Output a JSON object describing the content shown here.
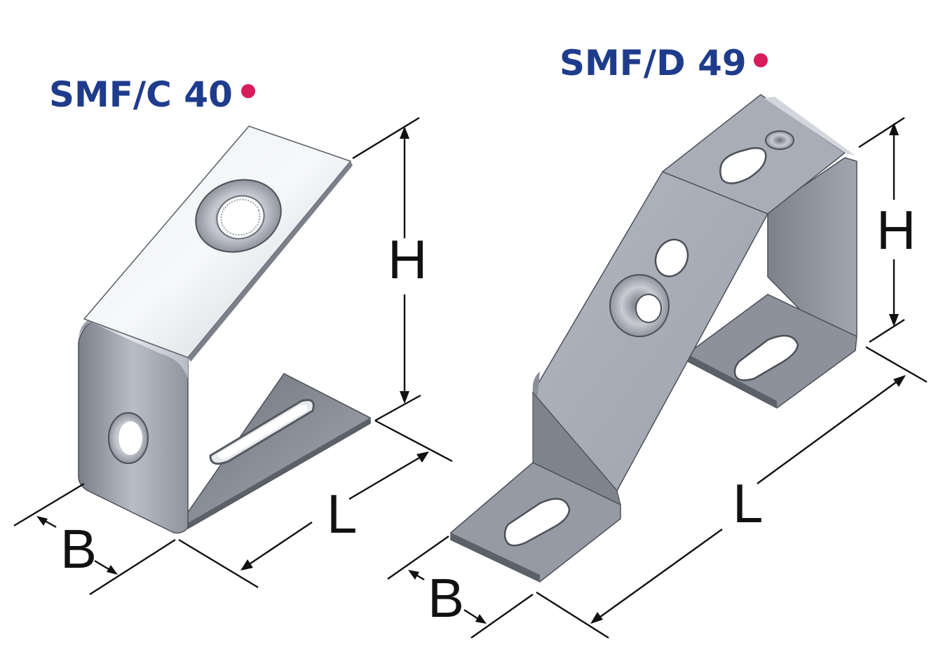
{
  "products": [
    {
      "code": "SMF/C 40",
      "marker_color": "#d81b5a",
      "dimensions": {
        "height": "H",
        "length": "L",
        "width": "B"
      }
    },
    {
      "code": "SMF/D 49",
      "marker_color": "#d81b5a",
      "dimensions": {
        "height": "H",
        "length": "L",
        "width": "B"
      }
    }
  ],
  "colors": {
    "title_blue": "#1f3c8c",
    "steel_light": "#d9dbe0",
    "steel_mid": "#a9adb8",
    "steel_dark": "#5f636c"
  }
}
